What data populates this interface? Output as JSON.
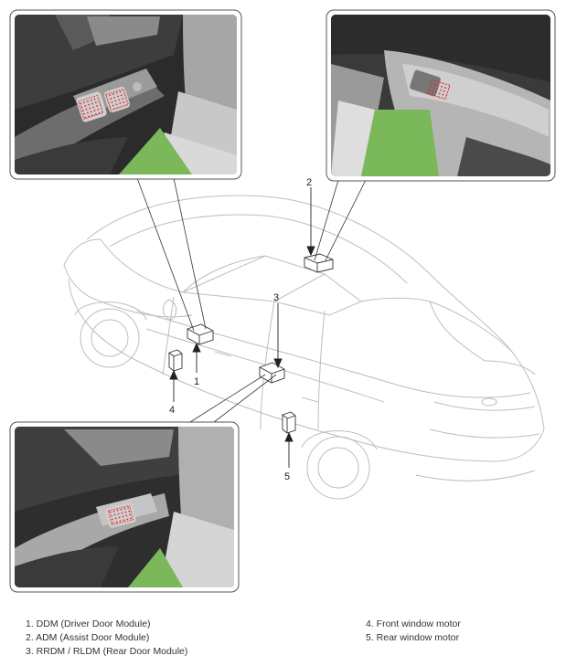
{
  "callouts": [
    "1",
    "2",
    "3",
    "4",
    "5"
  ],
  "legend_left": [
    "1. DDM (Driver Door Module)",
    "2. ADM (Assist Door Module)",
    "3. RRDM / RLDM (Rear Door Module)"
  ],
  "legend_right": [
    "4. Front window motor",
    "5. Rear window motor"
  ],
  "colors": {
    "grass": "#7ab85a",
    "marker": "#e02020"
  }
}
